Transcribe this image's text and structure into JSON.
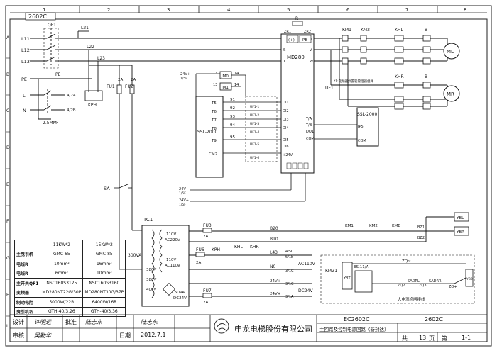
{
  "drawing_code": "2602C",
  "header_columns": [
    "1",
    "2",
    "3",
    "4",
    "5",
    "6",
    "7",
    "8"
  ],
  "side_rows": [
    "A",
    "B",
    "C",
    "D",
    "E",
    "F",
    "G",
    "H",
    "I"
  ],
  "power_lines": [
    "L11",
    "L12",
    "L13",
    "PE",
    "L",
    "N"
  ],
  "breakers": {
    "qf1": "QF1",
    "pe": "PE",
    "l21": "L21",
    "l22": "L22",
    "l23": "L23"
  },
  "labels": {
    "r_top": "R",
    "zr1": "ZR1",
    "zr2": "ZR2",
    "pb": "PB",
    "plus": "(+)",
    "md280": "MD280",
    "s": "S",
    "t": "T",
    "u": "U",
    "v": "V",
    "w": "W",
    "km1": "KM1",
    "km2": "KM2",
    "khl": "KHL",
    "khr": "KHR",
    "b": "B",
    "ml": "ML",
    "mr": "MR",
    "uf1": "UF1",
    "note": "*1:变频器外置铅管理器组件",
    "ssl2000": "SSL-2000",
    "ssl2000b": "SSL-2000",
    "jm0": "JM0",
    "jm1": "JM1",
    "num13": "13",
    "num14": "14",
    "num13b": "13",
    "num14b": "14",
    "t5": "T5",
    "t6": "T6",
    "t7": "T7",
    "t8": "T8",
    "t9": "T9",
    "cm2": "CM2",
    "w91": "91",
    "w92": "92",
    "w93": "93",
    "w94": "94",
    "w95": "95",
    "di1": "DI1",
    "di2": "DI2",
    "di3": "DI3",
    "di4": "DI4",
    "di5": "DI5",
    "di6": "DI6",
    "v24": "+24V",
    "t1a": "T/A",
    "t1b": "T/B",
    "do1": "DO1",
    "com": "COM",
    "ip5": "IP5",
    "com2": "COM",
    "uf1_1": "UF1-1",
    "uf1_2": "UF1-2",
    "uf1_3": "UF1-3",
    "uf1_4": "UF1-4",
    "uf1_5": "UF1-5",
    "uf1_6": "UF1-6",
    "p24_1": "24V+",
    "p24_1b": "1/5F",
    "p24_2": "24V-",
    "p24_2b": "1/5F",
    "p24_3": "24V+",
    "p24_3b": "1/5F",
    "fu1": "FU1",
    "fu2": "FU2",
    "a2_1": "2A",
    "a2_2": "2A",
    "kph": "KPH",
    "tag_4_2a": "4/2A",
    "tag_4_2b": "4/2B",
    "mm25": "2.5MM²",
    "sa": "SA",
    "tc1": "TC1",
    "va300": "300VA",
    "v110": "110V",
    "ac220": "AC220V",
    "v110b": "110V",
    "ac110": "AC110V",
    "v380": "380V",
    "v380b": "380V",
    "v400": "400V",
    "va50": "50VA",
    "dc24": "DC24V",
    "fu3": "FU3",
    "a2_3": "2A",
    "b20": "B20",
    "b10": "B10",
    "fu6": "FU6",
    "a2_6": "2A",
    "kph2": "KPH",
    "khl2": "KHL",
    "khr2": "KHR",
    "l43": "L43",
    "n0": "N0",
    "ac110b": "AC110V",
    "c4_5c": "4/5C",
    "c6_1b": "6/1B",
    "c3_1c": "3/1C",
    "fu7": "FU7",
    "a2_7": "2A",
    "c3_1c2": "3/1C",
    "c3_1a": "3/1A",
    "dc24b": "DC24V",
    "p24_4": "24V+",
    "p24_5": "24V+",
    "ybl": "YBL",
    "ybr": "YBR",
    "bz1": "BZ1",
    "bz2": "BZ2",
    "km1b": "KM1",
    "km2b": "KM2",
    "kmb": "KMB",
    "kmz1": "KMZ1",
    "ybt": "YBT",
    "yb2": "YB2",
    "zq": "ZQ~",
    "zqp": "ZQ+",
    "zq2": "ZQ2",
    "zq3": "ZQ3",
    "sadrl": "SADRL",
    "sadrr": "SADRR",
    "es": "ES.11/A",
    "big_cap": "大电流抱闸接线"
  },
  "spec_table": {
    "head": [
      "",
      "11KW*2",
      "15KW*2"
    ],
    "rows": [
      [
        "主曳引机",
        "GMC-65",
        "GMC-85"
      ],
      [
        "电线R",
        "10mm²",
        "16mm²"
      ],
      [
        "电线R",
        "6mm²",
        "10mm²"
      ],
      [
        "主开关QF1",
        "NSC160S3125",
        "NSC160S3160"
      ],
      [
        "变频器",
        "MD280NT22G/30P",
        "MD280NT30G/37P"
      ],
      [
        "制动电阻",
        "5000W/22R",
        "6400W/16R"
      ],
      [
        "曳引机名",
        "GTH-40/3.26",
        "GTH-40/3.36"
      ]
    ]
  },
  "title_block": {
    "role_design": "设计",
    "role_check": "审核",
    "role_approve": "批准",
    "design_name": "许明远",
    "check_name": "吴勤华",
    "approve_name": "陆志东",
    "date_label": "日期",
    "date": "2012.7.1",
    "company": "申龙电梯股份有限公司",
    "code": "EC2602C",
    "subtitle": "主回路及控制电源回路（新封达）",
    "code_right": "2602C",
    "total_label": "共",
    "total": "13",
    "total_unit": "页",
    "page_label": "第",
    "page": "1-1"
  }
}
